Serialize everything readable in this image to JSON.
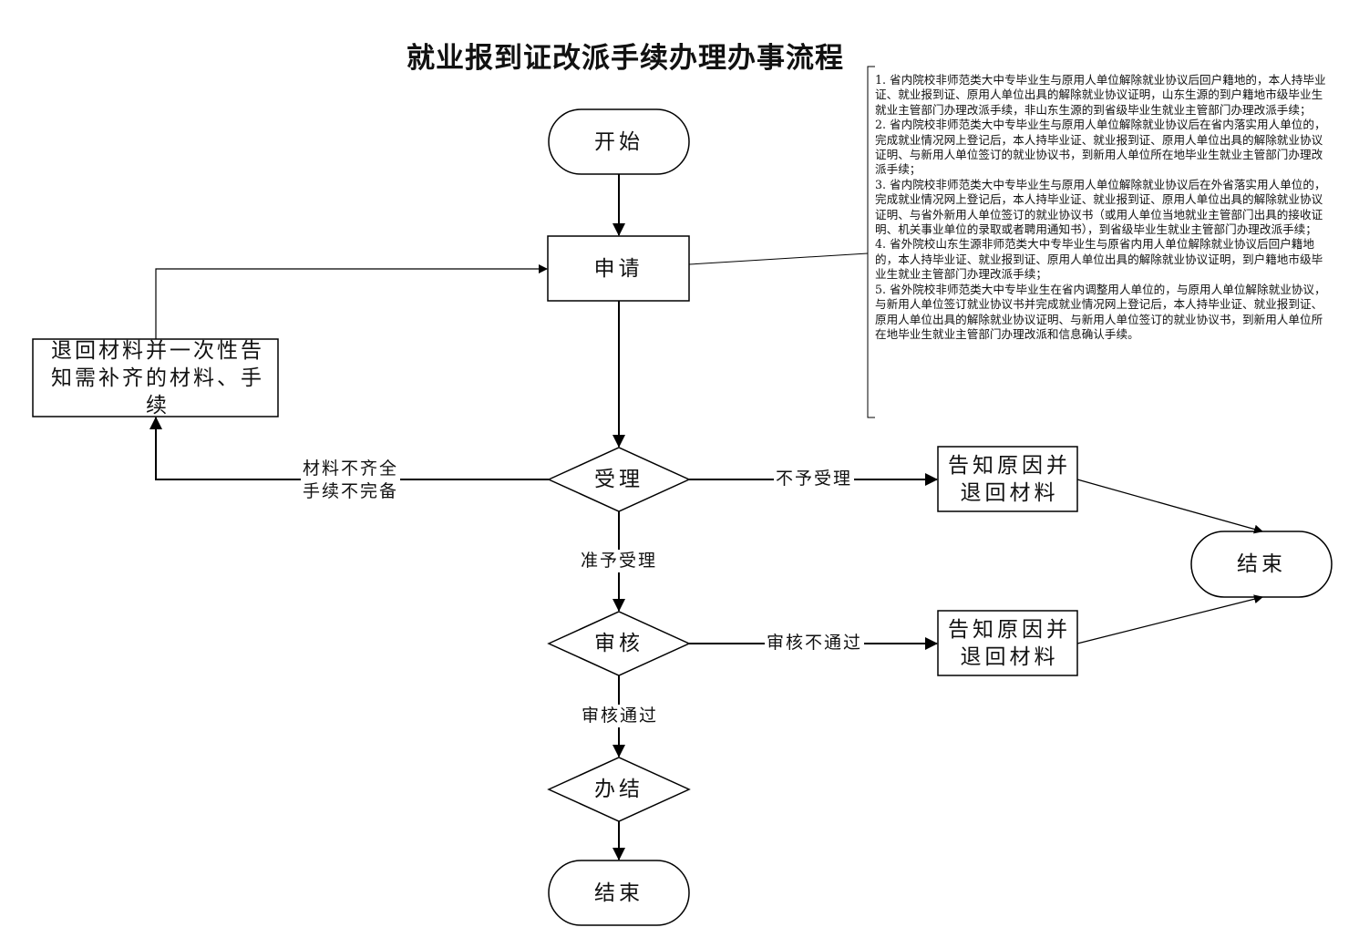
{
  "title": "就业报到证改派手续办理办事流程",
  "nodes": {
    "start": "开始",
    "apply": "申请",
    "return_materials": "退回材料并一次性告知需补齐的材料、手续",
    "accept": "受理",
    "reject_notice_1": "告知原因并退回材料",
    "end_right": "结束",
    "review": "审核",
    "reject_notice_2": "告知原因并退回材料",
    "complete": "办结",
    "end_bottom": "结束"
  },
  "edges": {
    "incomplete_line1": "材料不齐全",
    "incomplete_line2": "手续不完备",
    "not_accepted": "不予受理",
    "accepted": "准予受理",
    "review_failed": "审核不通过",
    "review_passed": "审核通过"
  },
  "notes": [
    "1. 省内院校非师范类大中专毕业生与原用人单位解除就业协议后回户籍地的，本人持毕业证、就业报到证、原用人单位出具的解除就业协议证明，山东生源的到户籍地市级毕业生就业主管部门办理改派手续，非山东生源的到省级毕业生就业主管部门办理改派手续；",
    "2. 省内院校非师范类大中专毕业生与原用人单位解除就业协议后在省内落实用人单位的，完成就业情况网上登记后，本人持毕业证、就业报到证、原用人单位出具的解除就业协议证明、与新用人单位签订的就业协议书，到新用人单位所在地毕业生就业主管部门办理改派手续；",
    "3. 省内院校非师范类大中专毕业生与原用人单位解除就业协议后在外省落实用人单位的，完成就业情况网上登记后，本人持毕业证、就业报到证、原用人单位出具的解除就业协议证明、与省外新用人单位签订的就业协议书（或用人单位当地就业主管部门出具的接收证明、机关事业单位的录取或者聘用通知书），到省级毕业生就业主管部门办理改派手续；",
    "4. 省外院校山东生源非师范类大中专毕业生与原省内用人单位解除就业协议后回户籍地的，本人持毕业证、就业报到证、原用人单位出具的解除就业协议证明，到户籍地市级毕业生就业主管部门办理改派手续；",
    "5. 省外院校非师范类大中专毕业生在省内调整用人单位的，与原用人单位解除就业协议，与新用人单位签订就业协议书并完成就业情况网上登记后，本人持毕业证、就业报到证、原用人单位出具的解除就业协议证明、与新用人单位签订的就业协议书，到新用人单位所在地毕业生就业主管部门办理改派和信息确认手续。"
  ],
  "colors": {
    "stroke": "#000000",
    "background": "#ffffff",
    "text": "#111111"
  }
}
